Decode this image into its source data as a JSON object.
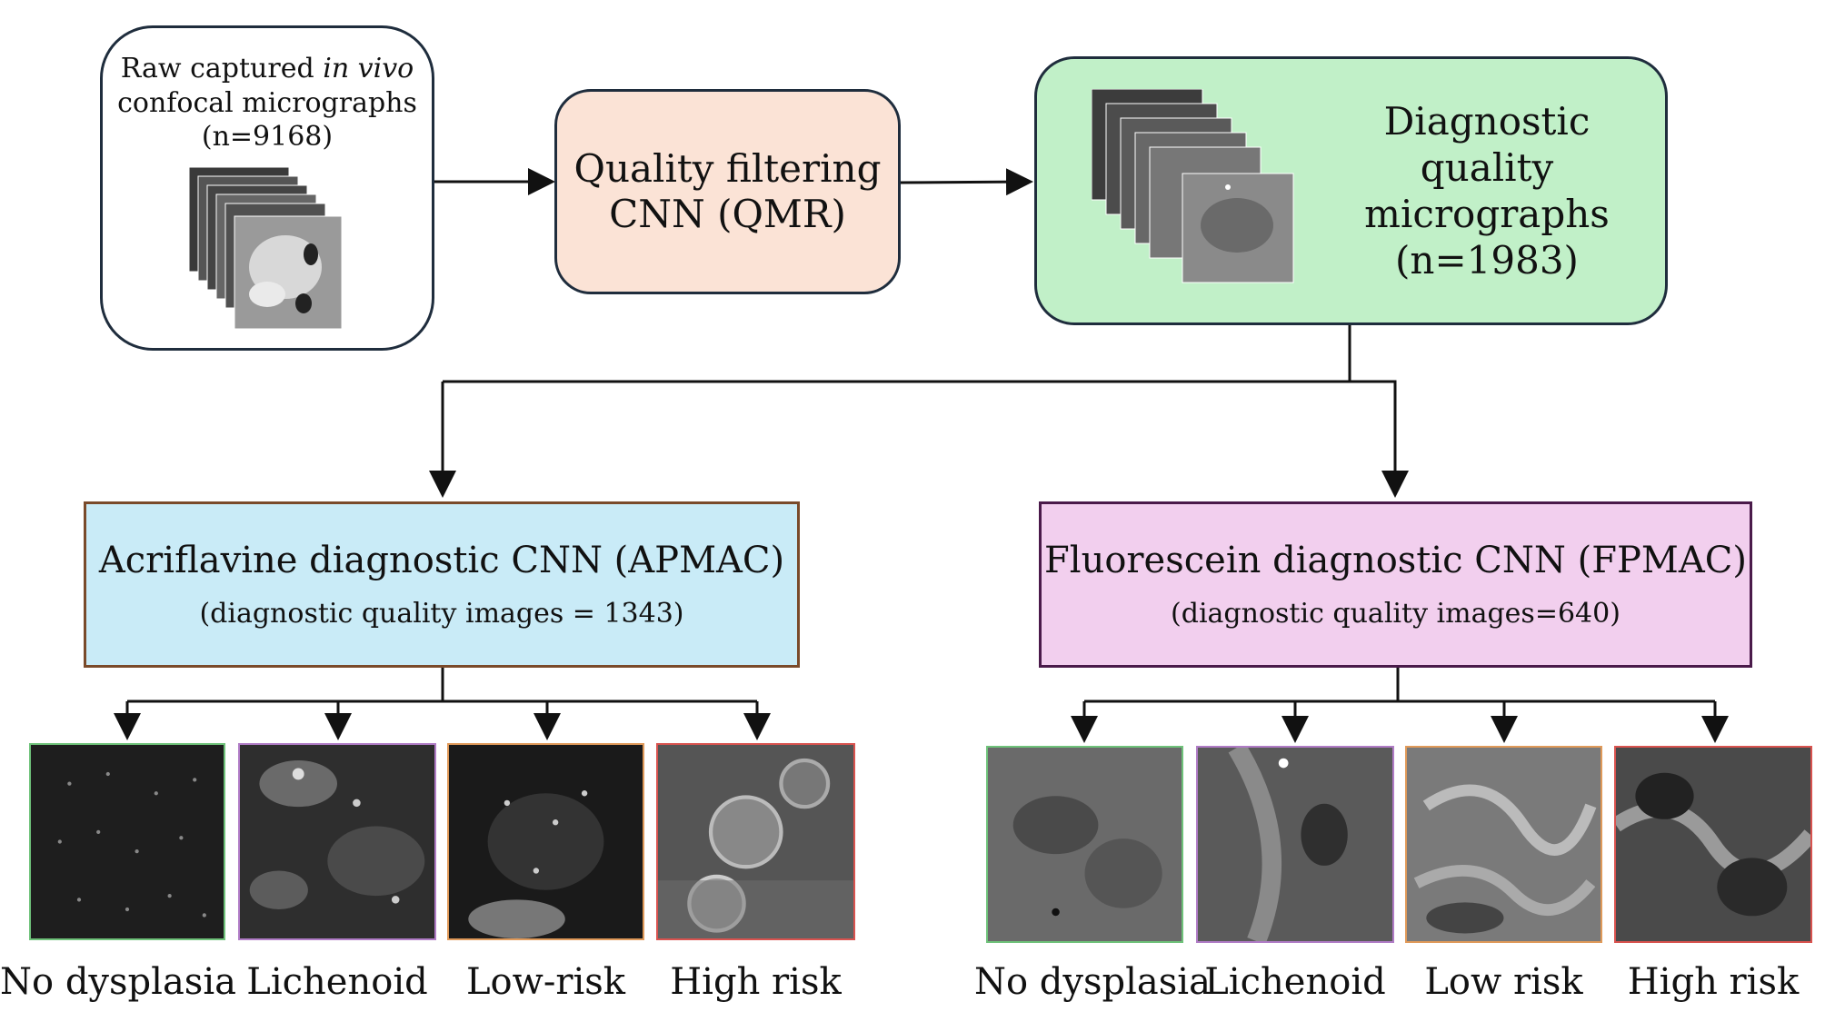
{
  "nodes": {
    "raw": {
      "line1_a": "Raw captured ",
      "line1_b": "in vivo",
      "line2": "confocal micrographs",
      "line3": "(n=9168)"
    },
    "qmr": {
      "line1": "Quality filtering",
      "line2": "CNN (QMR)"
    },
    "diag": {
      "line1": "Diagnostic quality",
      "line2": "micrographs",
      "line3": "(n=1983)"
    },
    "apmac": {
      "title": "Acriflavine diagnostic CNN (APMAC)",
      "subtitle": "(diagnostic quality images = 1343)"
    },
    "fpmac": {
      "title": "Fluorescein diagnostic CNN (FPMAC)",
      "subtitle": "(diagnostic quality images=640)"
    }
  },
  "acriflavine_classes": [
    "No dysplasia",
    "Lichenoid",
    "Low-risk",
    "High risk"
  ],
  "fluorescein_classes": [
    "No dysplasia",
    "Lichenoid",
    "Low risk",
    "High risk"
  ],
  "colors": {
    "qmr_fill": "#fbe3d6",
    "diag_fill": "#c1f0c8",
    "apmac_fill": "#c9ebf7",
    "fpmac_fill": "#f2cfee",
    "border_dark": "#1f2d3d",
    "apmac_border": "#7a4a2a",
    "fpmac_border": "#4a1a4a",
    "class_borders": [
      "#6fc27a",
      "#b07cc6",
      "#e09a5a",
      "#d9534f"
    ]
  }
}
